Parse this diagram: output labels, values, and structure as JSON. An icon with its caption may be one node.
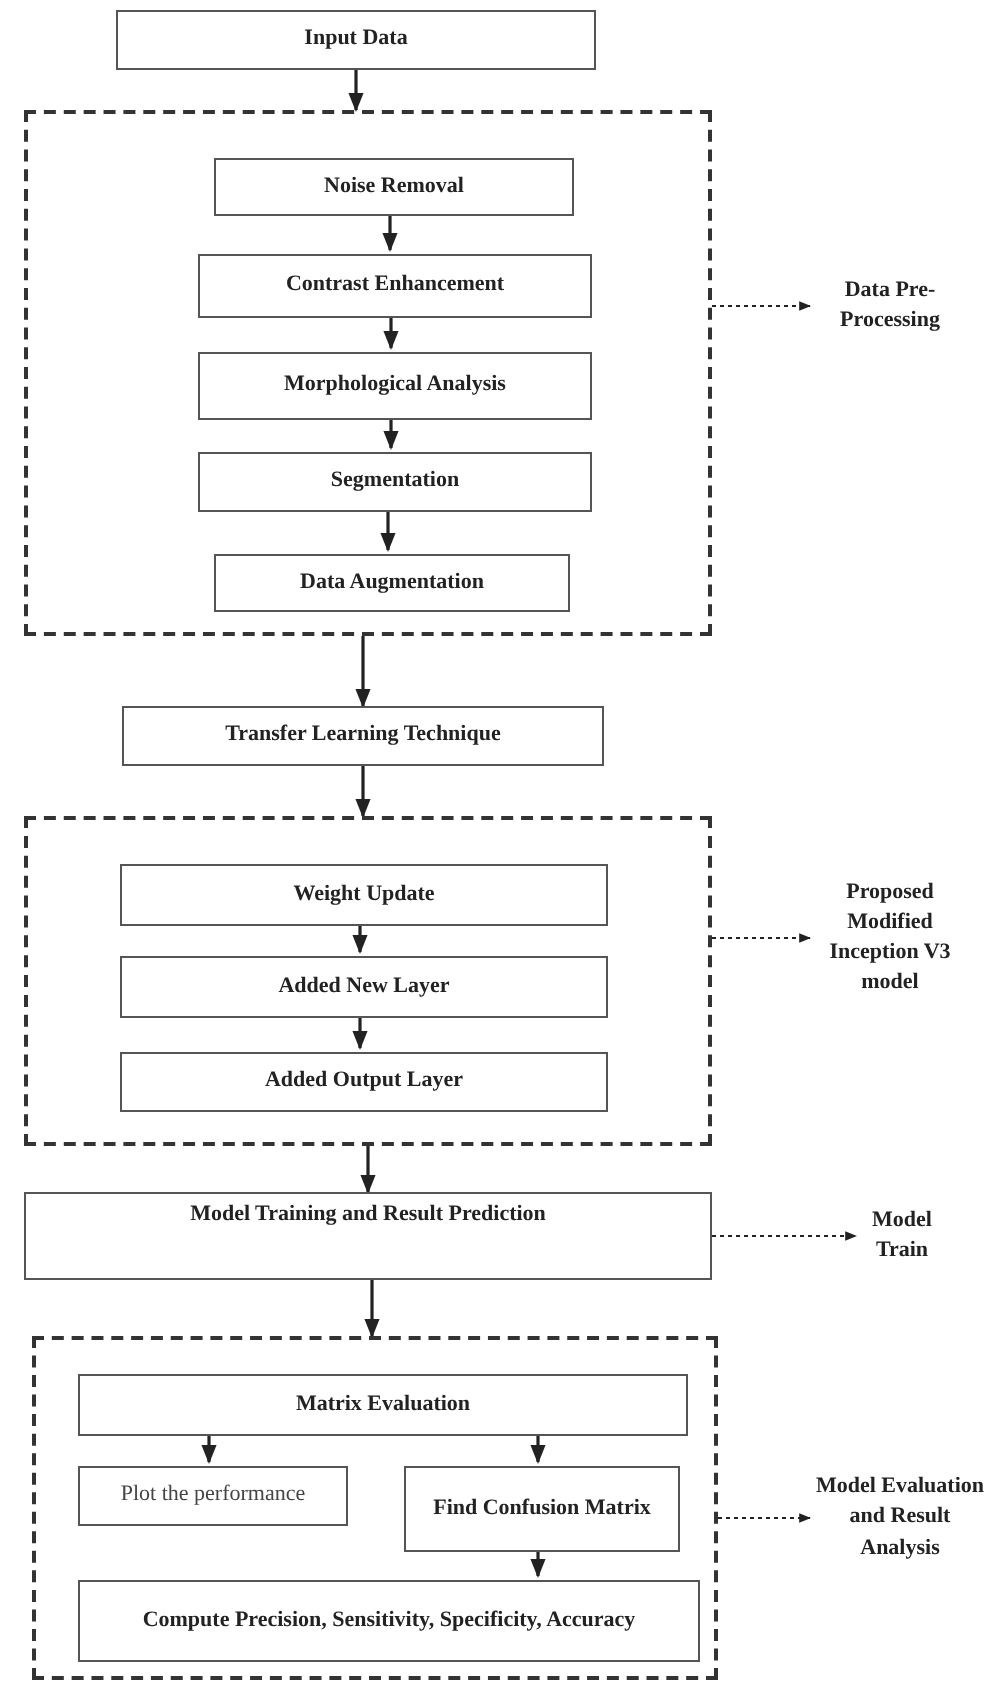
{
  "diagram": {
    "nodes": [
      {
        "text": [
          "Input Data"
        ]
      },
      {
        "text": [],
        "shape": "box"
      },
      {
        "text": [
          "Noise Removal"
        ],
        "in": 1
      },
      {
        "text": [
          "Contrast Enhancement"
        ],
        "in": 1
      },
      {
        "text": [
          "Morphological Analysis"
        ],
        "in": 1
      },
      {
        "text": [
          "Segmentation"
        ],
        "in": 1
      },
      {
        "text": [
          "Data Augmentation"
        ],
        "in": 1
      },
      {
        "text": [
          "Data Pre-Processing"
        ]
      },
      {
        "text": [
          "Transfer Learning Technique"
        ]
      },
      {
        "text": [],
        "shape": "box"
      },
      {
        "text": [
          "Weight Update"
        ],
        "in": 9
      },
      {
        "text": [
          "Added New Layer"
        ],
        "in": 9
      },
      {
        "text": [
          "Added Output Layer"
        ],
        "in": 9
      },
      {
        "text": [
          "Proposed Modified Inception V3 model"
        ]
      },
      {
        "text": [
          "Model Training and Result Prediction"
        ]
      },
      {
        "text": [
          "Model Train"
        ]
      },
      {
        "text": [],
        "shape": "box"
      },
      {
        "text": [
          "Matrix Evaluation"
        ],
        "in": 16
      },
      {
        "text": [
          "Plot the performance"
        ],
        "in": 16
      },
      {
        "text": [
          "Find Confusion Matrix"
        ],
        "in": 16
      },
      {
        "text": [
          "Compute Precision, Sensitivity, Specificity, Accuracy"
        ],
        "in": 16
      },
      {
        "text": [
          "Model Evaluation and Result Analysis"
        ]
      }
    ],
    "edges": [
      {
        "from": 0,
        "to": 1,
        "arrow": "to"
      },
      {
        "from": 2,
        "to": 3,
        "arrow": "to"
      },
      {
        "from": 3,
        "to": 4,
        "arrow": "to"
      },
      {
        "from": 4,
        "to": 5,
        "arrow": "to"
      },
      {
        "from": 5,
        "to": 6,
        "arrow": "to"
      },
      {
        "from": 1,
        "to": 7,
        "arrow": "to",
        "style": "dashed"
      },
      {
        "from": 1,
        "to": 8,
        "arrow": "to"
      },
      {
        "from": 8,
        "to": 9,
        "arrow": "to"
      },
      {
        "from": 10,
        "to": 11,
        "arrow": "to"
      },
      {
        "from": 11,
        "to": 12,
        "arrow": "to"
      },
      {
        "from": 9,
        "to": 13,
        "arrow": "to",
        "style": "dashed"
      },
      {
        "from": 9,
        "to": 14,
        "arrow": "to"
      },
      {
        "from": 14,
        "to": 15,
        "arrow": "to",
        "style": "dashed"
      },
      {
        "from": 14,
        "to": 16,
        "arrow": "to"
      },
      {
        "from": 17,
        "to": 18,
        "arrow": "to"
      },
      {
        "from": 17,
        "to": 19,
        "arrow": "to"
      },
      {
        "from": 19,
        "to": 20,
        "arrow": "to"
      },
      {
        "from": 16,
        "to": 21,
        "arrow": "to",
        "style": "dashed"
      }
    ]
  }
}
